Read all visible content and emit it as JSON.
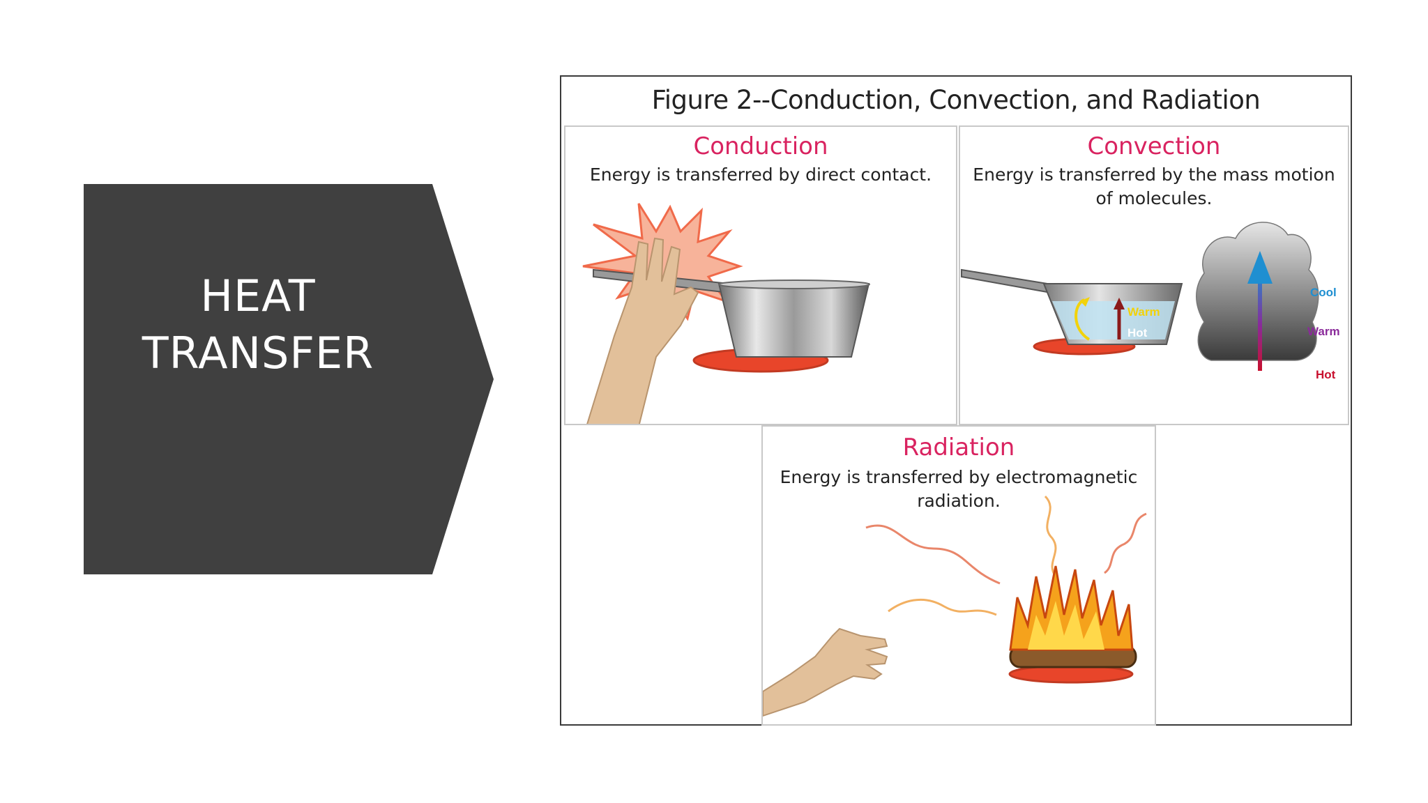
{
  "slide": {
    "title_line1": "HEAT",
    "title_line2": "TRANSFER",
    "shape_color": "#404040"
  },
  "figure": {
    "title": "Figure 2--Conduction, Convection, and Radiation",
    "conduction": {
      "heading": "Conduction",
      "description": "Energy is transferred by direct contact."
    },
    "convection": {
      "heading": "Convection",
      "description_line1": "Energy is transferred by the mass motion",
      "description_line2": "of molecules.",
      "pot_labels": {
        "warm": "Warm",
        "hot": "Hot"
      },
      "scale_labels": {
        "cool": "Cool",
        "warm": "Warm",
        "hot": "Hot"
      }
    },
    "radiation": {
      "heading": "Radiation",
      "description_line1": "Energy is transferred by electromagnetic",
      "description_line2": "radiation."
    },
    "colors": {
      "heading": "#d92360",
      "burner": "#e8452a",
      "cool": "#1f8fd1",
      "warm": "#8a2a9a",
      "hot": "#c8102e"
    }
  }
}
